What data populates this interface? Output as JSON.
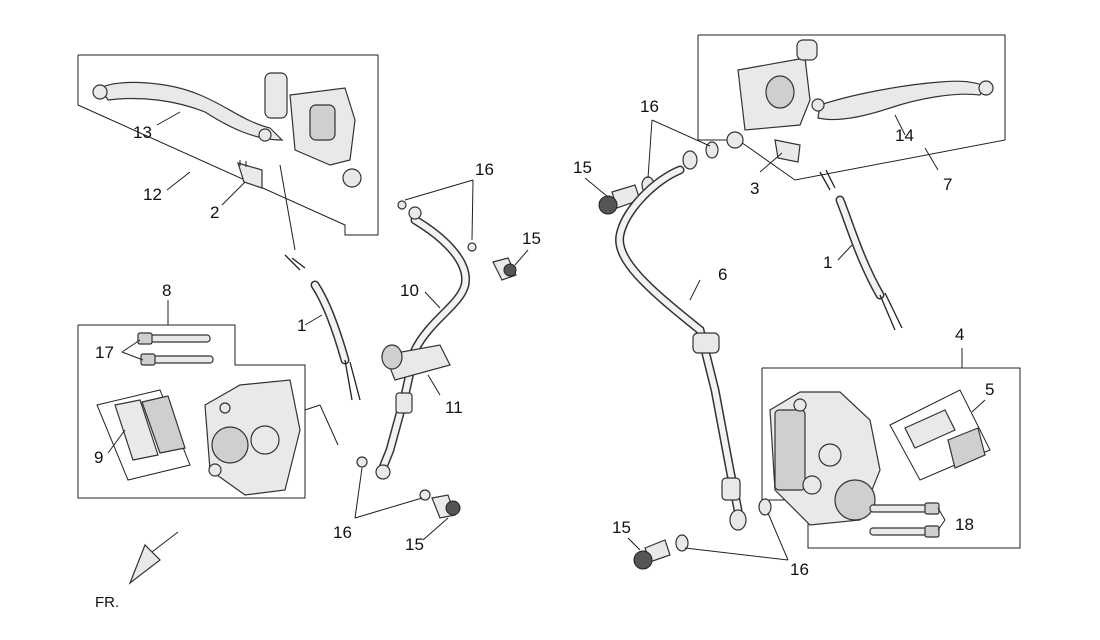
{
  "labels": {
    "l1a": "1",
    "l1b": "1",
    "l2": "2",
    "l3": "3",
    "l4": "4",
    "l5": "5",
    "l6": "6",
    "l7": "7",
    "l8": "8",
    "l9": "9",
    "l10": "10",
    "l11": "11",
    "l12": "12",
    "l13": "13",
    "l14": "14",
    "l15a": "15",
    "l15b": "15",
    "l15c": "15",
    "l15d": "15",
    "l16a": "16",
    "l16b": "16",
    "l16c": "16",
    "l16d": "16",
    "l17": "17",
    "l18": "18"
  },
  "direction": "FR."
}
